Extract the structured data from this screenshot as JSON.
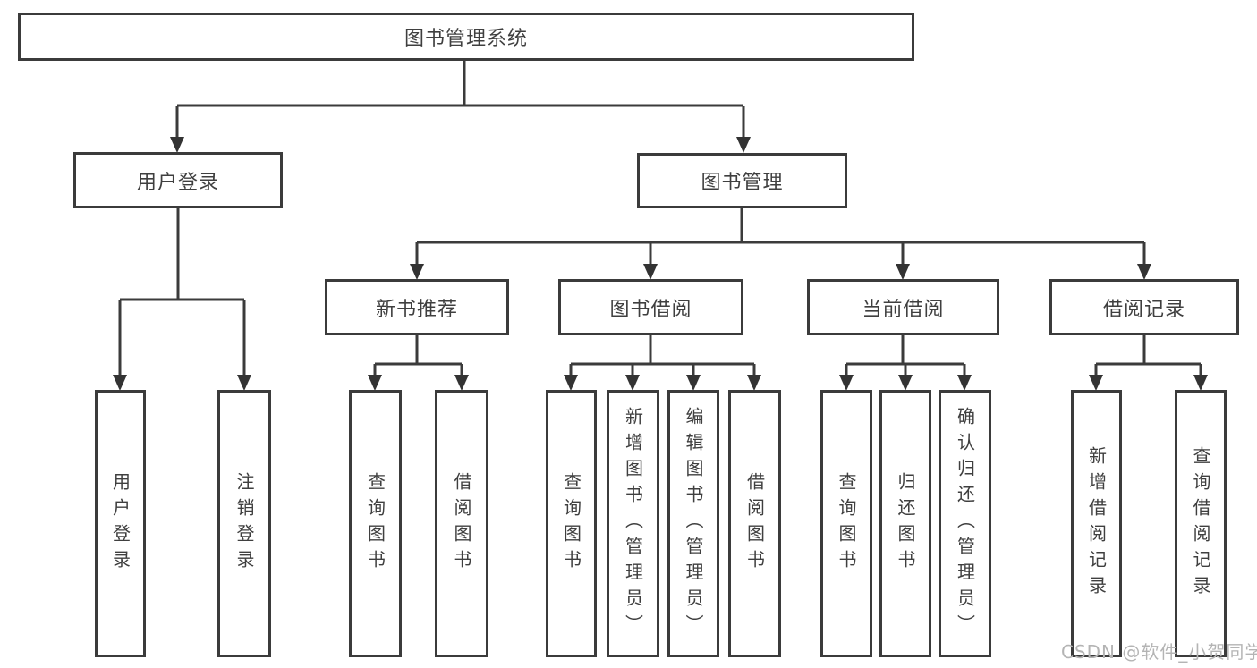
{
  "tree": {
    "root": "图书管理系统",
    "branches": [
      {
        "label": "用户登录",
        "children": [
          "用户登录",
          "注销登录"
        ]
      },
      {
        "label": "图书管理",
        "groups": [
          {
            "label": "新书推荐",
            "children": [
              "查询图书",
              "借阅图书"
            ]
          },
          {
            "label": "图书借阅",
            "children": [
              "查询图书",
              "新增图书（管理员）",
              "编辑图书（管理员）",
              "借阅图书"
            ]
          },
          {
            "label": "当前借阅",
            "children": [
              "查询图书",
              "归还图书",
              "确认归还（管理员）"
            ]
          },
          {
            "label": "借阅记录",
            "children": [
              "新增借阅记录",
              "查询借阅记录"
            ]
          }
        ]
      }
    ]
  },
  "watermark": "CSDN @软件_小贺同学",
  "colors": {
    "line": "#3b3b3b",
    "arrow": "#333333",
    "text": "#3f3f3f",
    "watermark": "#b4b4b4",
    "background": "#ffffff"
  }
}
